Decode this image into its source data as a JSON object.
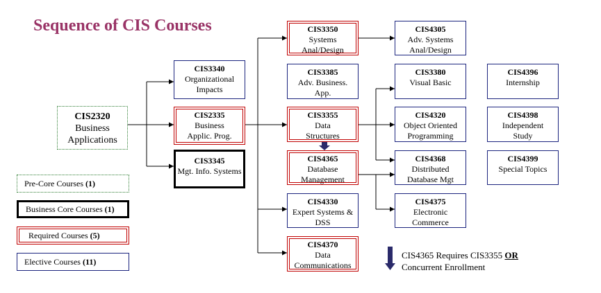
{
  "title": "Sequence of CIS Courses",
  "colors": {
    "title": "#993366",
    "elective": "#1a237e",
    "required": "#c00000",
    "core": "#000000",
    "precore": "#2e7d32",
    "arrow": "#2a2a6a"
  },
  "courses": {
    "cis2320": {
      "code": "CIS2320",
      "lines": [
        "Business",
        "Applications"
      ],
      "category": "precore"
    },
    "cis3340": {
      "code": "CIS3340",
      "lines": [
        "Organizational",
        "Impacts"
      ],
      "category": "elective"
    },
    "cis2335": {
      "code": "CIS2335",
      "lines": [
        "Business",
        "Applic. Prog."
      ],
      "category": "required"
    },
    "cis3345": {
      "code": "CIS3345",
      "lines": [
        "Mgt. Info. Systems"
      ],
      "category": "core"
    },
    "cis3350": {
      "code": "CIS3350",
      "lines": [
        "Systems",
        "Anal/Design"
      ],
      "category": "required"
    },
    "cis3385": {
      "code": "CIS3385",
      "lines": [
        "Adv. Business.",
        "App."
      ],
      "category": "elective"
    },
    "cis3355": {
      "code": "CIS3355",
      "lines": [
        "Data",
        "Structures"
      ],
      "category": "required"
    },
    "cis4365": {
      "code": "CIS4365",
      "lines": [
        "Database",
        "Management"
      ],
      "category": "required"
    },
    "cis4330": {
      "code": "CIS4330",
      "lines": [
        "Expert Systems &",
        "DSS"
      ],
      "category": "elective"
    },
    "cis4370": {
      "code": "CIS4370",
      "lines": [
        "Data",
        "Communications"
      ],
      "category": "required"
    },
    "cis4305": {
      "code": "CIS4305",
      "lines": [
        "Adv. Systems",
        "Anal/Design"
      ],
      "category": "elective"
    },
    "cis3380": {
      "code": "CIS3380",
      "lines": [
        "Visual Basic"
      ],
      "category": "elective"
    },
    "cis4320": {
      "code": "CIS4320",
      "lines": [
        "Object Oriented",
        "Programming"
      ],
      "category": "elective"
    },
    "cis4368": {
      "code": "CIS4368",
      "lines": [
        "Distributed",
        "Database Mgt"
      ],
      "category": "elective"
    },
    "cis4375": {
      "code": "CIS4375",
      "lines": [
        "Electronic",
        "Commerce"
      ],
      "category": "elective"
    },
    "cis4396": {
      "code": "CIS4396",
      "lines": [
        "Internship"
      ],
      "category": "elective"
    },
    "cis4398": {
      "code": "CIS4398",
      "lines": [
        "Independent",
        "Study"
      ],
      "category": "elective"
    },
    "cis4399": {
      "code": "CIS4399",
      "lines": [
        "Special Topics"
      ],
      "category": "elective"
    }
  },
  "legend": {
    "precore": {
      "label": "Pre-Core Courses",
      "count": "(1)"
    },
    "core": {
      "label": "Business Core Courses",
      "count": "(1)"
    },
    "required": {
      "label": "Required Courses",
      "count": "(5)"
    },
    "elective": {
      "label": "Elective Courses",
      "count": "(11)"
    }
  },
  "note": {
    "part1": "CIS4365 Requires CIS3355 ",
    "emphasis": "OR",
    "part2": "Concurrent Enrollment"
  }
}
